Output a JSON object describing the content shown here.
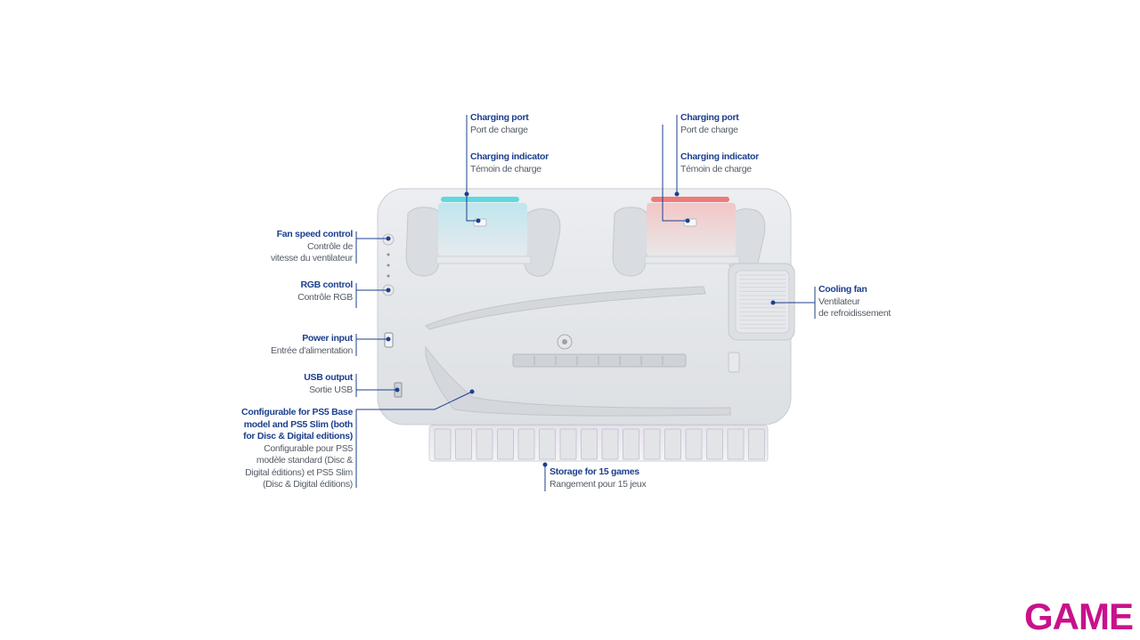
{
  "callouts": {
    "charging_port_left": {
      "title": "Charging port",
      "subtitle": "Port de charge"
    },
    "charging_indicator_left": {
      "title": "Charging indicator",
      "subtitle": "Témoin de charge"
    },
    "charging_port_right": {
      "title": "Charging port",
      "subtitle": "Port de charge"
    },
    "charging_indicator_right": {
      "title": "Charging indicator",
      "subtitle": "Témoin de charge"
    },
    "fan_speed": {
      "title": "Fan speed control",
      "subtitle_lines": [
        "Contrôle de",
        "vitesse du ventilateur"
      ]
    },
    "rgb": {
      "title": "RGB control",
      "subtitle": "Contrôle RGB"
    },
    "power": {
      "title": "Power input",
      "subtitle": "Entrée d'alimentation"
    },
    "usb": {
      "title": "USB output",
      "subtitle": "Sortie USB"
    },
    "config": {
      "title_lines": [
        "Configurable for PS5 Base",
        "model and PS5 Slim (both",
        "for Disc & Digital editions)"
      ],
      "subtitle_lines": [
        "Configurable pour PS5",
        "modèle standard (Disc &",
        "Digital éditions) et PS5 Slim",
        "(Disc & Digital éditions)"
      ]
    },
    "cooling": {
      "title": "Cooling fan",
      "subtitle_lines": [
        "Ventilateur",
        "de refroidissement"
      ]
    },
    "storage": {
      "title": "Storage for 15 games",
      "subtitle": "Rangement pour 15 jeux"
    }
  },
  "logo": "GAME",
  "colors": {
    "label_title": "#1d3f8f",
    "label_text": "#555c66",
    "leader_line": "#1d3f8f",
    "indicator_left": "#5fd8e0",
    "indicator_right": "#f07a7a",
    "logo": "#c8128a",
    "device_body": "#e4e6ea"
  }
}
